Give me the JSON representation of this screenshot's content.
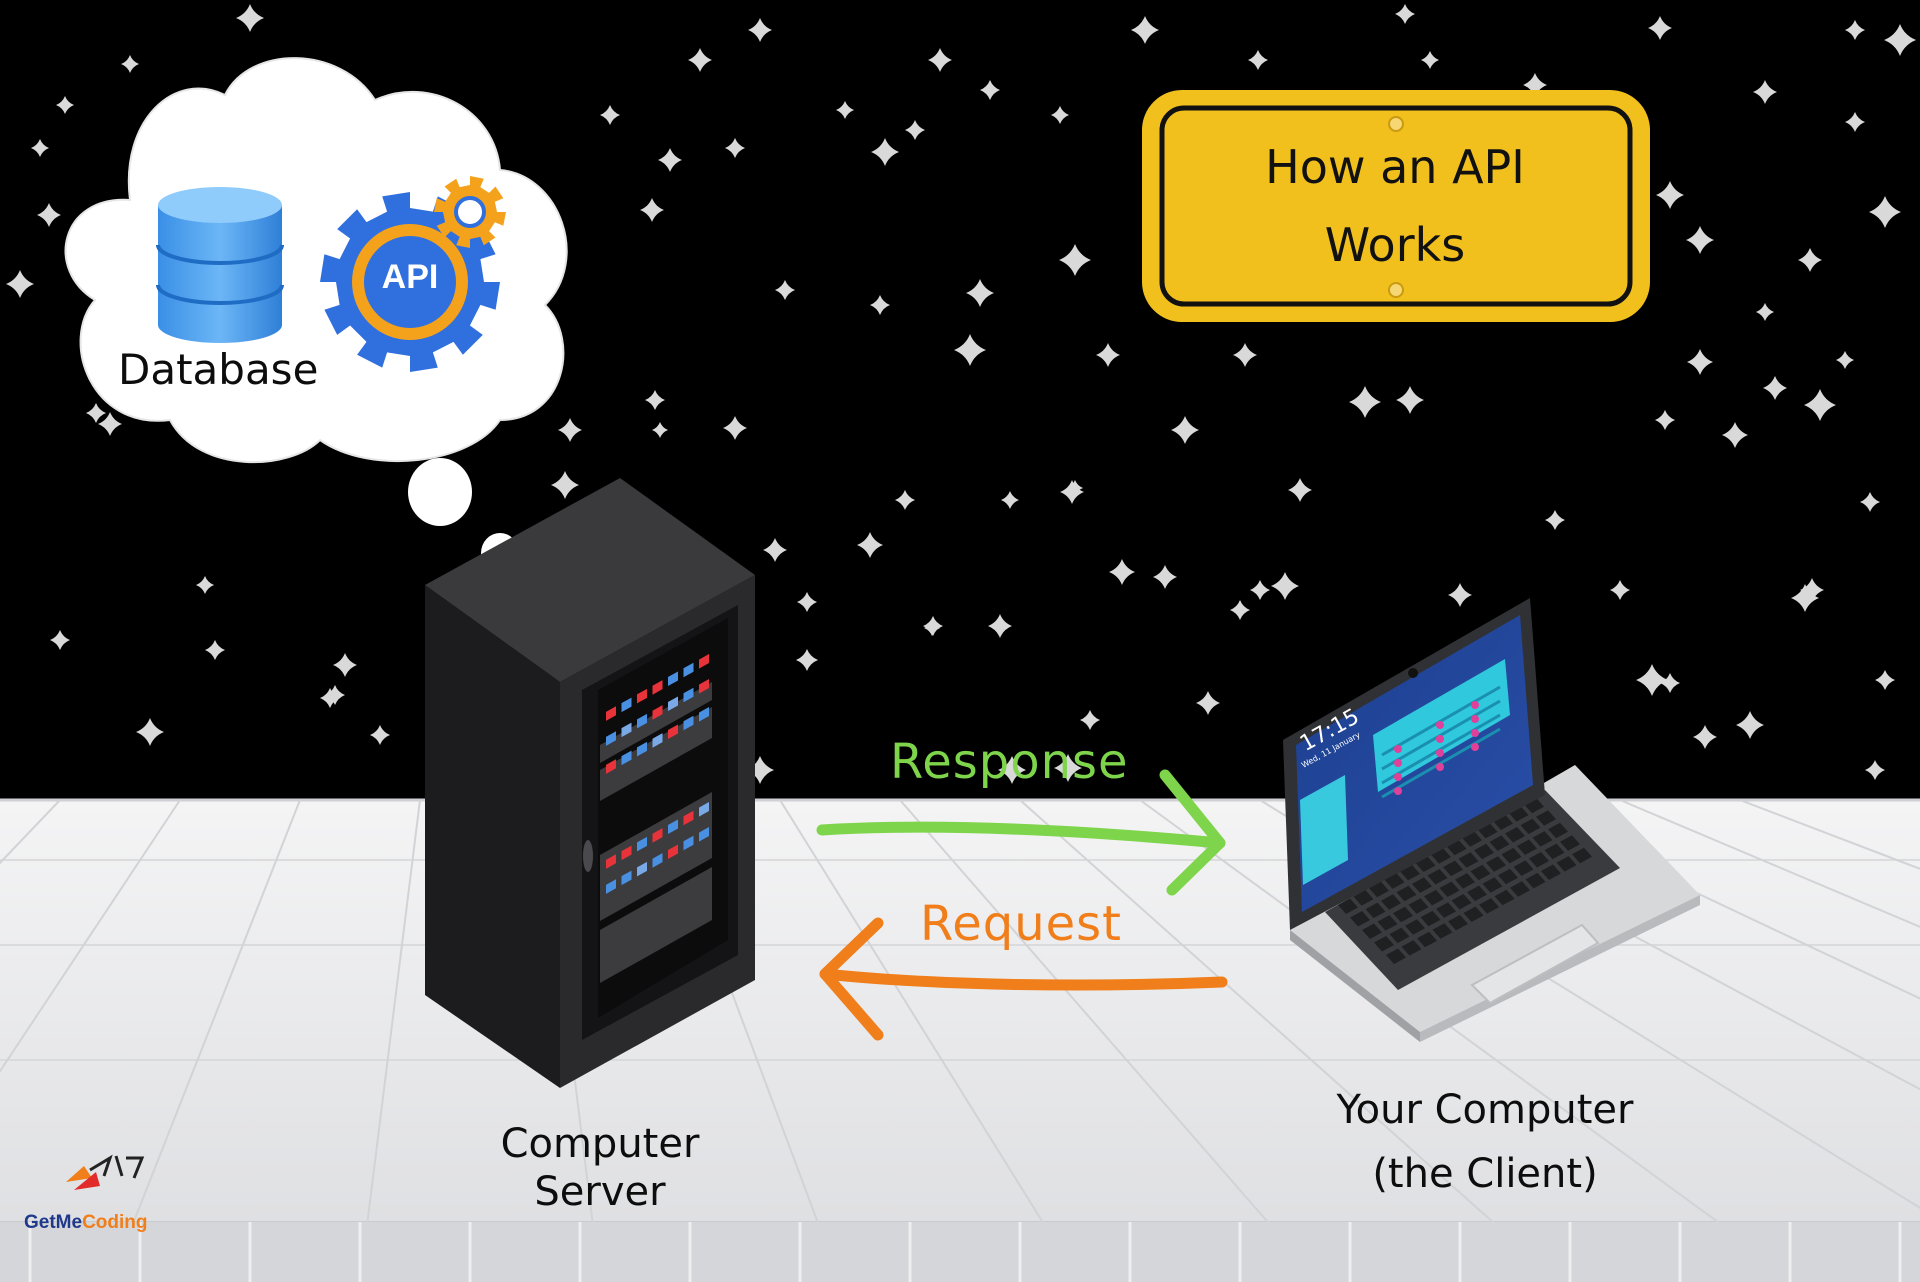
{
  "title": {
    "line1": "How an API",
    "line2": "Works"
  },
  "thought_bubble": {
    "database_label": "Database",
    "api_badge": "API"
  },
  "server": {
    "label": "Computer Server"
  },
  "client": {
    "label_line1": "Your Computer",
    "label_line2": "(the Client)"
  },
  "laptop_screen": {
    "time": "17:15",
    "date": "Wed, 11 January"
  },
  "arrows": {
    "response_label": "Response",
    "request_label": "Request"
  },
  "colors": {
    "response": "#7ed44b",
    "request": "#f07e1a",
    "sign": "#f2c01c",
    "background": "#000000",
    "floor": "#e9eaec"
  },
  "brand": {
    "name_part1": "GetMe",
    "name_part2": "Coding"
  }
}
